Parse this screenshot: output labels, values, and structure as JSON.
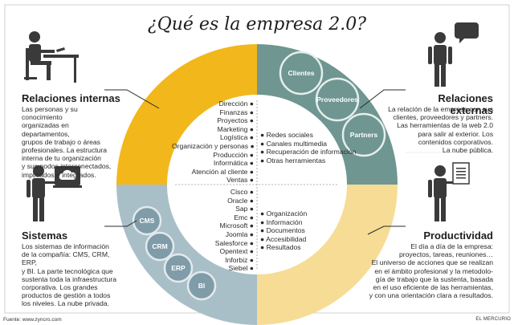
{
  "title": "¿Qué es la empresa 2.0?",
  "sections": {
    "internal": {
      "heading": "Relaciones internas",
      "lines": [
        "Las personas y su conocimiento",
        "organizadas en departamentos,",
        "grupos de trabajo o áreas",
        "profesionales. La estructura",
        "interna de tu organización",
        "y sus nodos interconectados,",
        "implicados e integrados."
      ]
    },
    "external": {
      "heading": "Relaciones externas",
      "lines": [
        "La relación de la empresa con sus",
        "clientes, proveedores y partners.",
        "Las herramientas de la web 2.0",
        "para salir al exterior. Los",
        "contenidos corporativos.",
        "La nube pública."
      ]
    },
    "systems": {
      "heading": "Sistemas",
      "lines": [
        "Los sistemas de información",
        "de la compañía: CMS, CRM, ERP,",
        "y BI. La parte tecnológica que",
        "sustenta toda la infraestructura",
        "corporativa. Los grandes",
        "productos de gestión a todos",
        "los niveles. La nube privada."
      ]
    },
    "productivity": {
      "heading": "Productividad",
      "lines": [
        "El día a día de la empresa:",
        "proyectos, tareas, reuniones…",
        "El universo de acciones que se realizan",
        "en el ámbito profesional y la metodolo-",
        "gía de trabajo que la sustenta, basada",
        "en el uso eficiente de las herramientas,",
        "y con una orientación clara a resultados."
      ]
    }
  },
  "quadrant_lists": {
    "top_left": [
      "Dirección",
      "Finanzas",
      "Proyectos",
      "Marketing",
      "Logística",
      "Organización y personas",
      "Producción",
      "Informática",
      "Atención al cliente",
      "Ventas"
    ],
    "top_right": [
      "Redes sociales",
      "Canales multimedia",
      "Recuperación de información",
      "Otras herramientas"
    ],
    "bottom_left": [
      "Cisco",
      "Oracle",
      "Sap",
      "Emc",
      "Microsoft",
      "Joomla",
      "Salesforce",
      "Opentext",
      "Inforbiz",
      "Siebel"
    ],
    "bottom_right": [
      "Organización",
      "Información",
      "Documentos",
      "Accesibilidad",
      "Resultados"
    ]
  },
  "bubbles": {
    "external": [
      "Clientes",
      "Proveedores",
      "Partners"
    ],
    "systems": [
      "CMS",
      "CRM",
      "ERP",
      "BI"
    ]
  },
  "footer": {
    "source": "Fuente: www.zyncro.com",
    "credit": "EL MERCURIO"
  },
  "colors": {
    "yellow": "#f2b71b",
    "teal": "#6f9691",
    "blue_gray": "#a9bfc8",
    "light_yellow": "#f6dc95",
    "bubble_teal": "#6f9691",
    "bubble_gray": "#7f9ca8",
    "text": "#2b2b2b",
    "icon": "#3a3a3a"
  }
}
